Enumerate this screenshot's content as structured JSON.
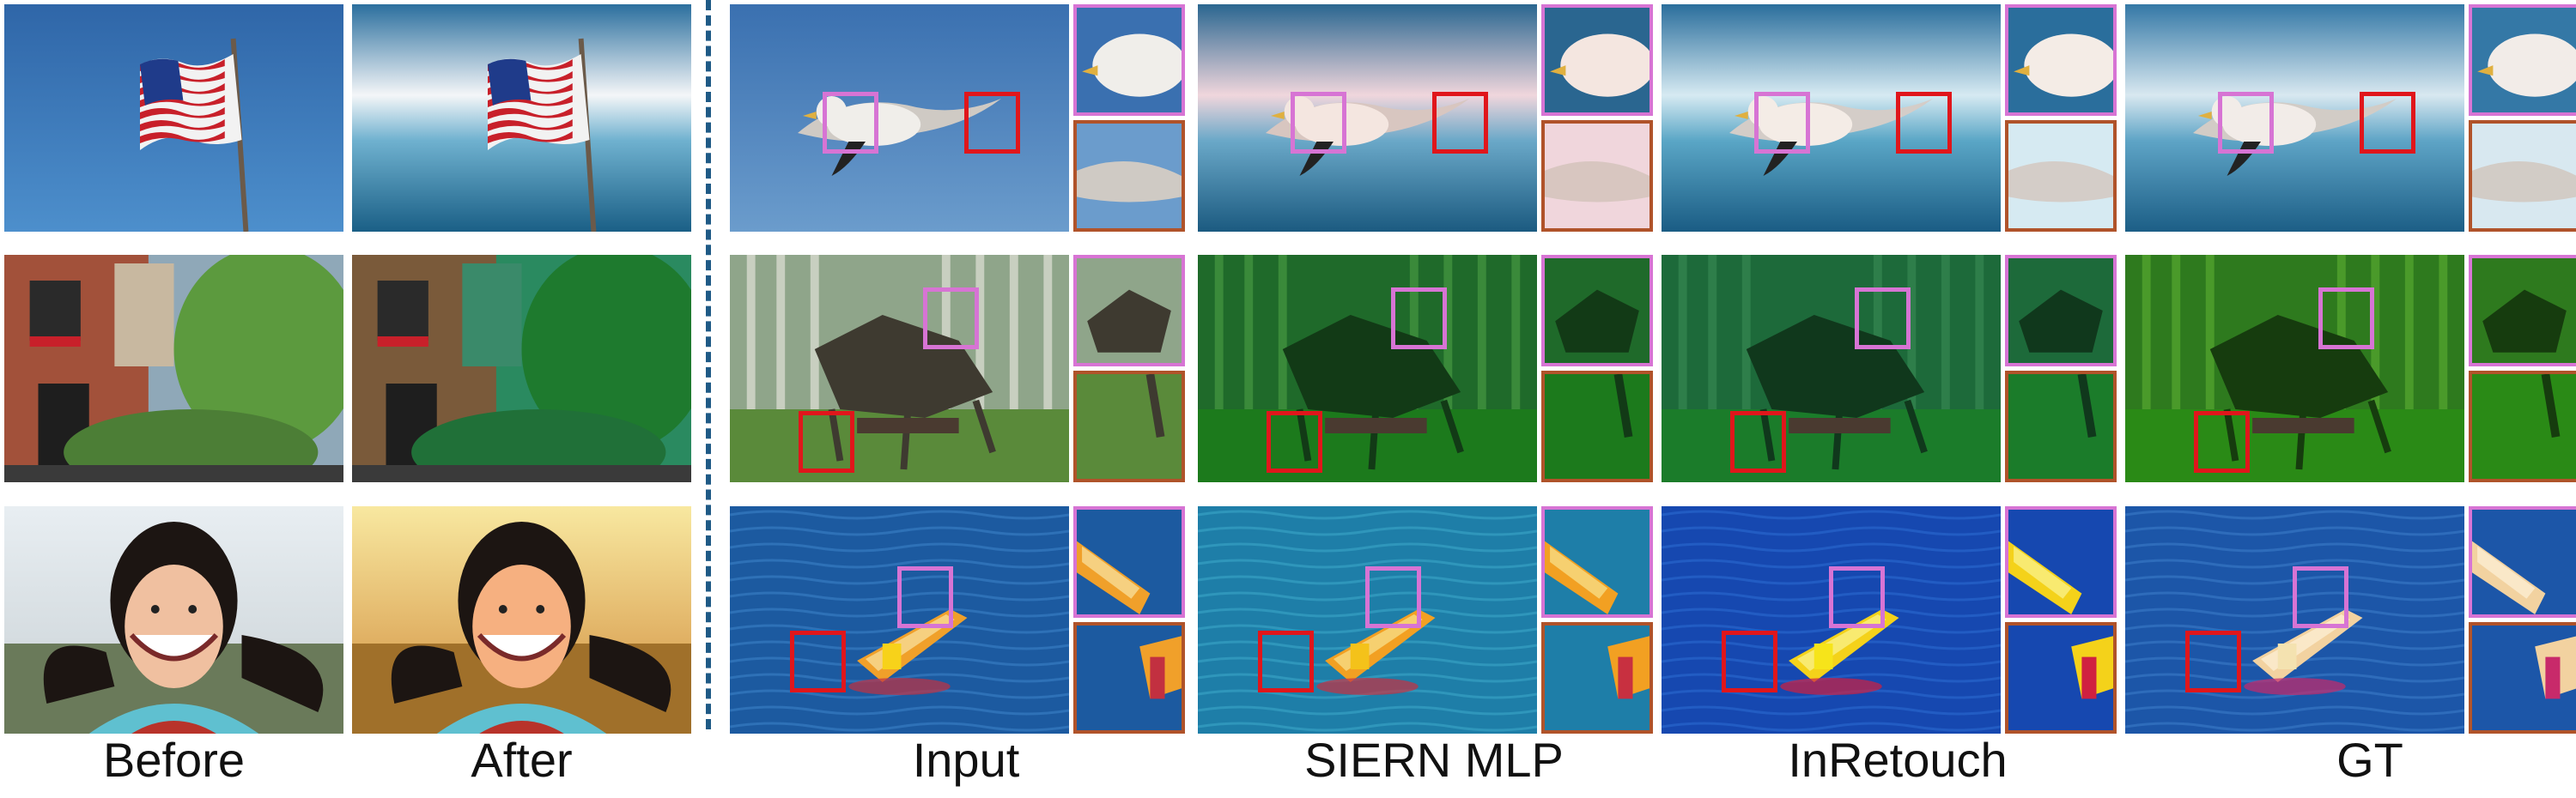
{
  "column_labels": {
    "before": "Before",
    "after": "After",
    "input": "Input",
    "siern": "SIERN MLP",
    "inretouch": "InRetouch",
    "gt": "GT"
  },
  "colors": {
    "highlight_pink": "#d774d4",
    "highlight_red": "#e0161b",
    "lower_inset_border": "#b0532a",
    "divider": "#1f5a86"
  }
}
